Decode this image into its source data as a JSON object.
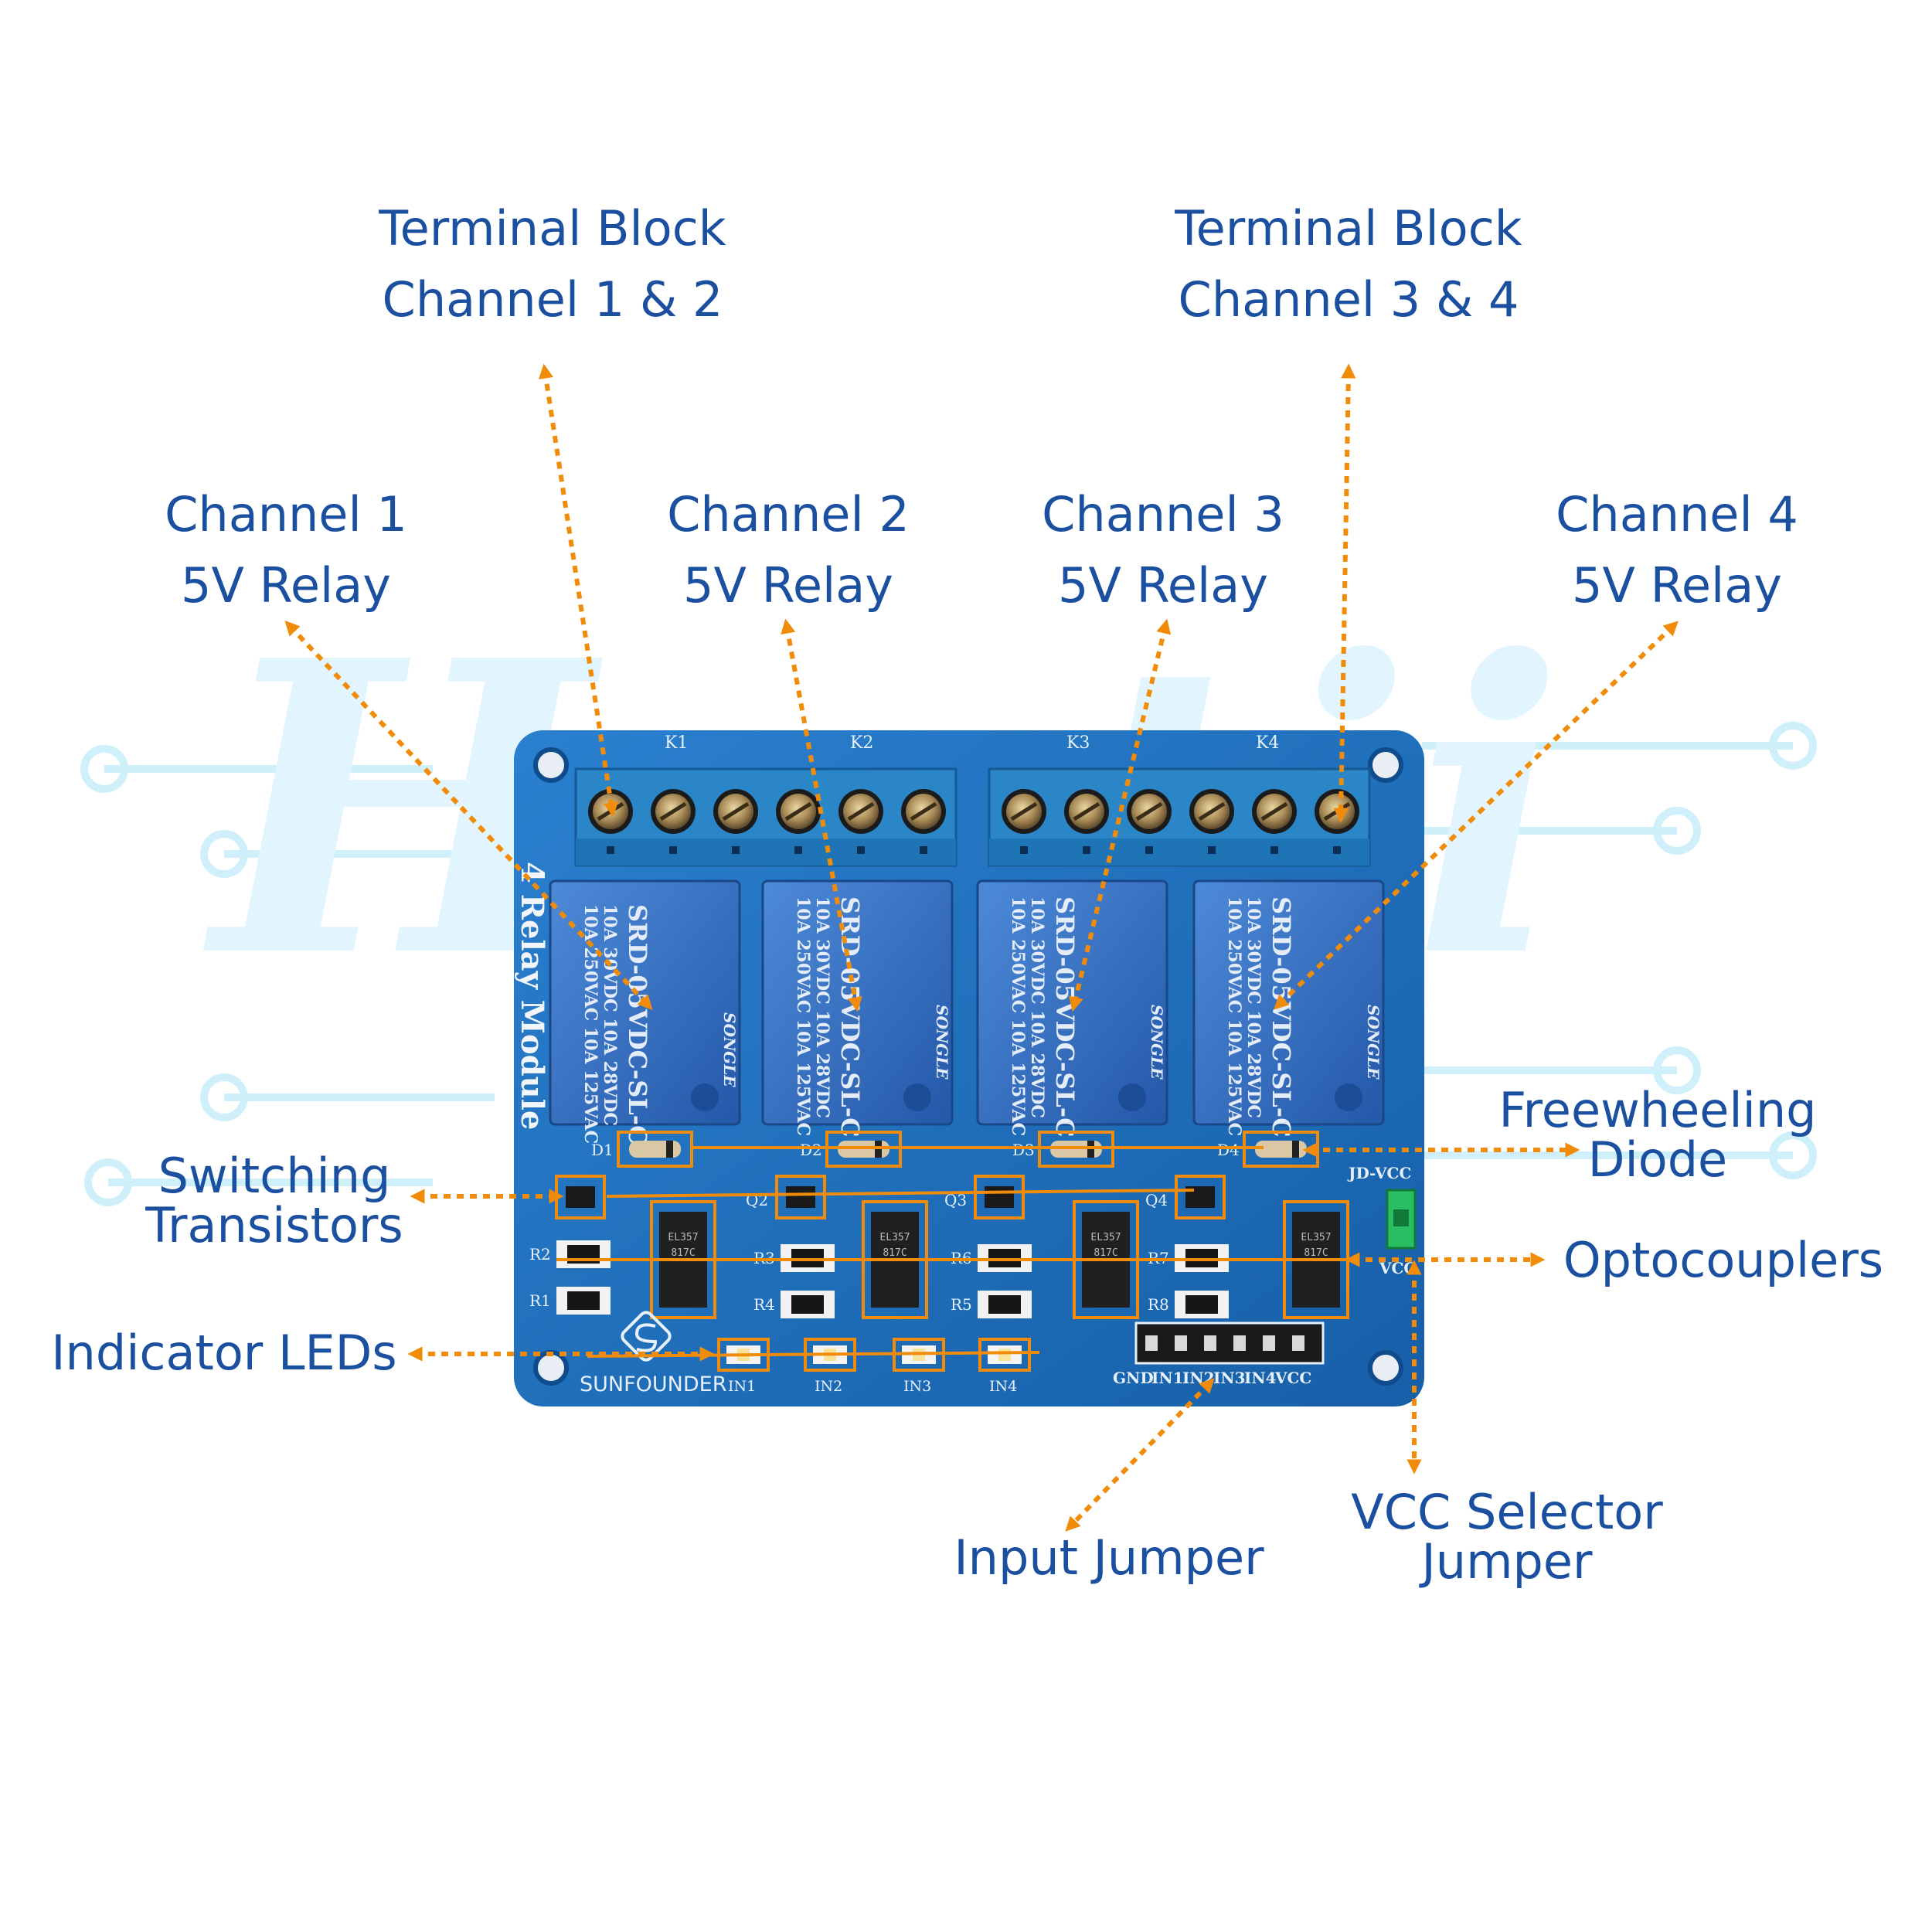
{
  "watermark": "Hestii",
  "colors": {
    "label_text": "#1b4fa0",
    "leader": "#f08c0a",
    "board": "#1f6fbf",
    "relay": "#2f6fc4",
    "terminal": "#2b86c8",
    "circuit_lines": "#cfeffb"
  },
  "labels": {
    "terminal_block_1_2": {
      "line1": "Terminal Block",
      "line2": "Channel 1 & 2"
    },
    "terminal_block_3_4": {
      "line1": "Terminal Block",
      "line2": "Channel 3 & 4"
    },
    "channel_1": {
      "line1": "Channel 1",
      "line2": "5V Relay"
    },
    "channel_2": {
      "line1": "Channel 2",
      "line2": "5V Relay"
    },
    "channel_3": {
      "line1": "Channel 3",
      "line2": "5V Relay"
    },
    "channel_4": {
      "line1": "Channel 4",
      "line2": "5V Relay"
    },
    "switching_transistors": {
      "line1": "Switching",
      "line2": "Transistors"
    },
    "freewheeling_diode": {
      "line1": "Freewheeling",
      "line2": "Diode"
    },
    "optocouplers": {
      "line1": "Optocouplers"
    },
    "indicator_leds": {
      "line1": "Indicator LEDs"
    },
    "input_jumper": {
      "line1": "Input Jumper"
    },
    "vcc_selector_jumper": {
      "line1": "VCC Selector",
      "line2": "Jumper"
    }
  },
  "board": {
    "module_title": "4 Relay Module",
    "brand": "SUNFOUNDER",
    "relay_marks": {
      "line1": "10A 250VAC  10A 125VAC",
      "line2": "10A 30VDC  10A 28VDC",
      "model": "SRD-05VDC-SL-C",
      "maker": "SONGLE"
    },
    "relays": [
      "K1",
      "K2",
      "K3",
      "K4"
    ],
    "diodes": [
      "D1",
      "D2",
      "D3",
      "D4"
    ],
    "transistors": [
      "Q2",
      "Q3",
      "Q4"
    ],
    "resistors": [
      "R2",
      "R1",
      "R3",
      "R4",
      "R6",
      "R5",
      "R7",
      "R8"
    ],
    "leds": [
      "IN1",
      "IN2",
      "IN3",
      "IN4"
    ],
    "header_pins": [
      "GND",
      "IN1",
      "IN2",
      "IN3",
      "IN4",
      "VCC"
    ],
    "jumper_top": "JD-VCC",
    "jumper_bottom": "VCC",
    "opto_marks": [
      "EL357",
      "817C"
    ]
  }
}
